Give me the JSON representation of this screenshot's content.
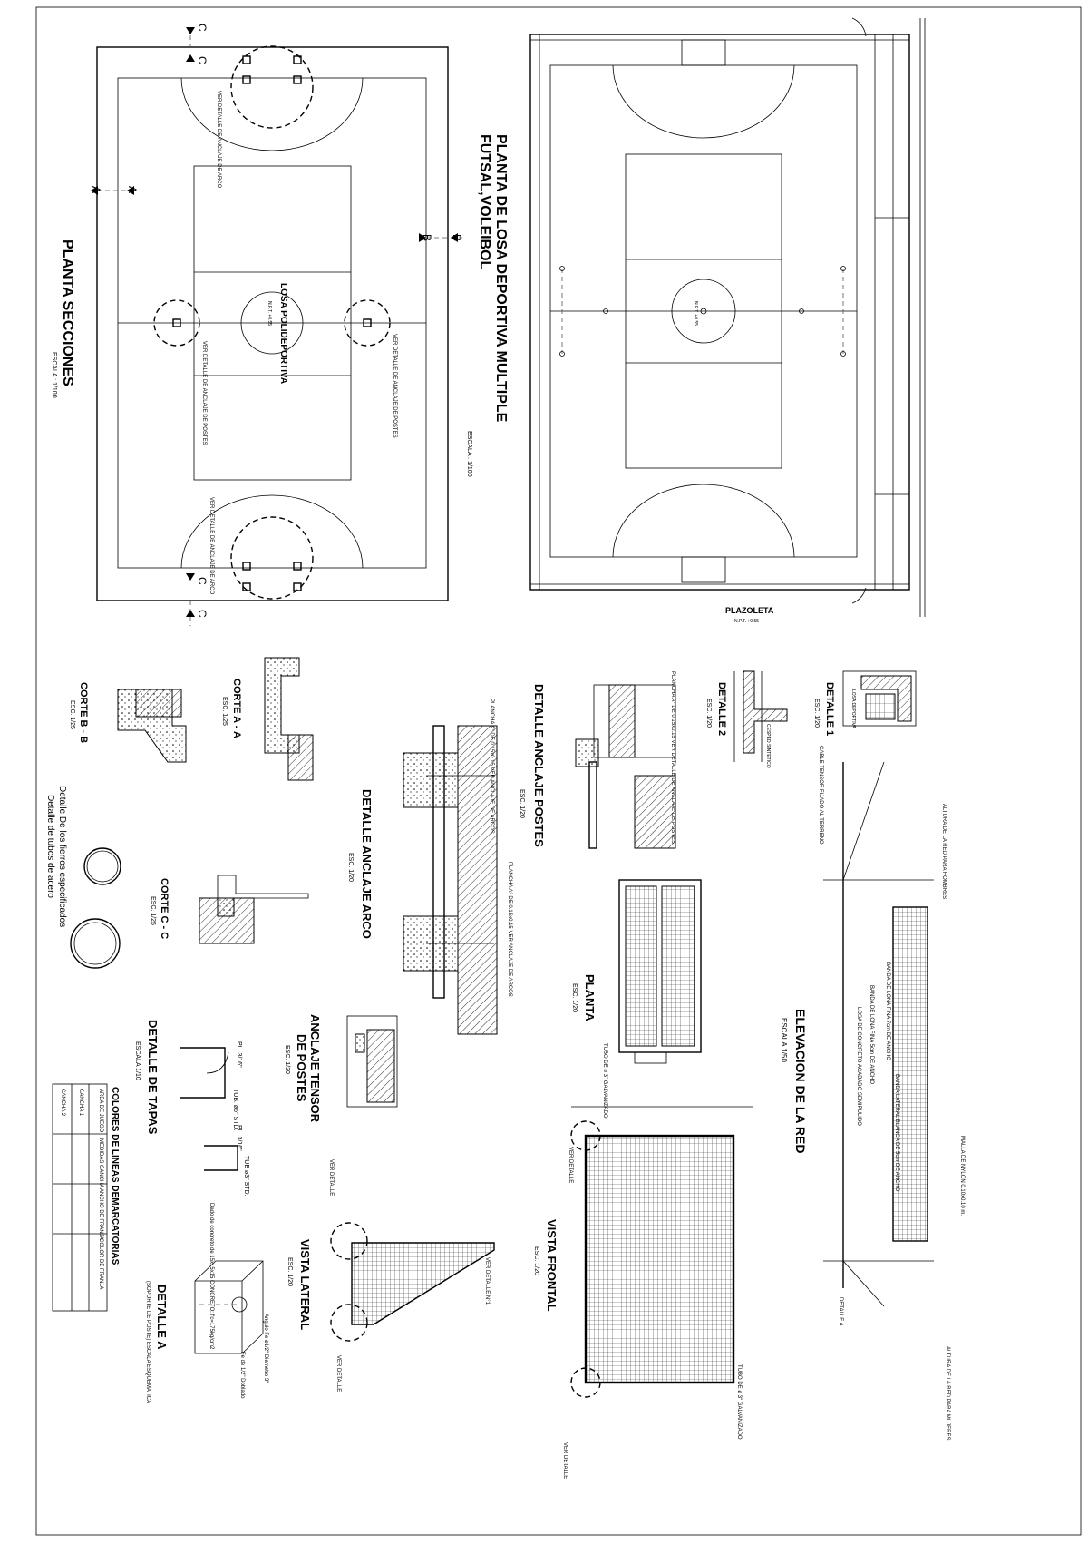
{
  "planta_losa": {
    "title_line1": "PLANTA DE LOSA DEPORTIVA MULTIPLE",
    "title_line2": "FUTSAL,VOLEIBOL",
    "scale": "ESCALA : 1/100",
    "plazoleta": "PLAZOLETA",
    "npt": "N.P.T. +0.55"
  },
  "planta_secciones": {
    "title": "PLANTA SECCIONES",
    "scale": "ESCALA : 1/100",
    "center_label": "LOSA POLIDEPORTIVA",
    "npt": "N.P.T. +0.55",
    "note_postes": "VER DETALLE DE ANCLAJE DE POSTES",
    "note_arco": "VER DETALLE DE ANCLAJE DE ARCO",
    "cut_a": "A",
    "cut_b": "B",
    "cut_c": "C"
  },
  "detalle_1": {
    "title": "DETALLE 1",
    "scale": "ESC. 1/20",
    "label": "LOSA DEPORTIVA"
  },
  "detalle_2": {
    "title": "DETALLE 2",
    "scale": "ESC. 1/20",
    "label": "CESPED SINTETICO"
  },
  "anclaje_postes": {
    "title": "DETALLE ANCLAJE POSTES",
    "scale": "ESC. 1/20",
    "note": "PLANCHA A° DE 0.15x0.15 VER DETALLE DE ANCLAJE DE POSTES"
  },
  "anclaje_arco": {
    "title": "DETALLE ANCLAJE ARCO",
    "scale": "ESC. 1/20",
    "note": "PLANCHA A° DE 0.15x0.15 VER ANCLAJE DE ARCOS"
  },
  "corte_aa": {
    "title": "CORTE A - A",
    "scale": "ESC. 1/25"
  },
  "corte_bb": {
    "title": "CORTE B - B",
    "scale": "ESC. 1/25"
  },
  "corte_cc": {
    "title": "CORTE C - C",
    "scale": "ESC. 1/25"
  },
  "fierros": {
    "line1": "Detalle De los fierros especificados",
    "line2": "Detalle de tubos de acero"
  },
  "elevacion_red": {
    "title": "ELEVACION DE LA RED",
    "scale": "ESCALA 1/50",
    "altura_hombres": "ALTURA DE LA RED PARA HOMBRES",
    "altura_mujeres": "ALTURA DE LA RED PARA MUJERES",
    "cable": "CABLE TENSOR FIJADO AL TERRENO",
    "malla": "MALLA DE NYLON 0.10x0.10 m.",
    "banda_superior": "BANDA DE LONA FINA 7cm DE ANCHO",
    "banda_inferior": "BANDA DE LONA FINA 5cm DE ANCHO",
    "banda_lateral": "BANDA LATERAL BLANCA DE 5cm DE ANCHO",
    "losa": "LOSA DE CONCRETO ACABADO SEMIPULIDO",
    "detalle_a": "DETALLE A"
  },
  "planta_arco": {
    "title": "PLANTA",
    "scale": "ESC. 1/20",
    "tubo": "TUBO DE ø 3\" GALVANIZADO"
  },
  "vista_frontal": {
    "title": "VISTA FRONTAL",
    "scale": "ESC. 1/20",
    "tubo": "TUBO DE ø 3\" GALVANIZADO",
    "ver_detalle": "VER DETALLE"
  },
  "vista_lateral": {
    "title": "VISTA LATERAL",
    "scale": "ESC. 1/20",
    "ver_detalle": "VER DETALLE",
    "ver_detalle_1": "VER DETALLE N°1"
  },
  "anclaje_tensor": {
    "title_line1": "ANCLAJE TENSOR",
    "title_line2": "DE POSTES",
    "scale": "ESC. 1/20"
  },
  "detalle_tapas": {
    "title": "DETALLE DE TAPAS",
    "scale": "ESCALA 1/10",
    "pl1": "PL. 3/16\"",
    "tub1": "TUB. ø6\" STD.",
    "pl2": "PL. 3/16\"",
    "tub2": "TUB ø3\" STD."
  },
  "detalle_a": {
    "title": "DETALLE A",
    "subtitle": "(SOPORTE DE POSTE) ESCALA ESQUEMATICA",
    "dado": "Dado de concreto de 15x15x15 CONCRETO: f'c=175kg/cm2",
    "angulo": "Angulo Fe ø1/2\" Diametro 3\"",
    "fe": "Fe de 1/2\" Doblado"
  },
  "colores": {
    "title": "COLORES DE LINEAS DEMARCATORIAS",
    "headers": [
      "AREA DE JUEGO",
      "MEDIDAS CANCHA",
      "ANCHO DE FRANJA",
      "COLOR DE FRANJA"
    ],
    "rows": [
      "CANCHA 1",
      "CANCHA 2"
    ]
  }
}
